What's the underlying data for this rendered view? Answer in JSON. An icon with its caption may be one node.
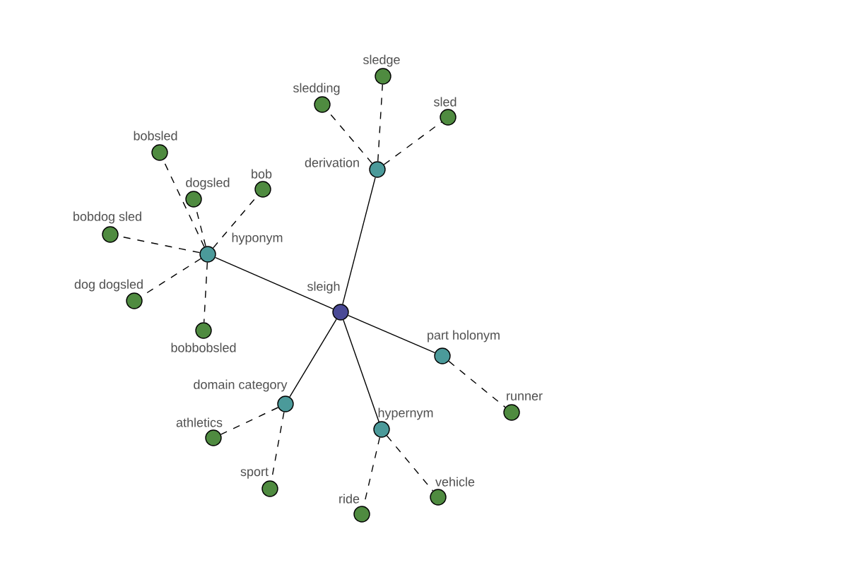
{
  "diagram": {
    "nodes": [
      {
        "text": [
          "sleigh"
        ]
      },
      {
        "text": [
          "hyponym"
        ]
      },
      {
        "text": [
          "derivation"
        ]
      },
      {
        "text": [
          "part holonym"
        ]
      },
      {
        "text": [
          "domain category"
        ]
      },
      {
        "text": [
          "hypernym"
        ]
      },
      {
        "text": [
          "bobsled"
        ]
      },
      {
        "text": [
          "dogsled"
        ]
      },
      {
        "text": [
          "bob"
        ]
      },
      {
        "text": [
          "bobdog sled"
        ]
      },
      {
        "text": [
          "dog dogsled"
        ]
      },
      {
        "text": [
          "bobbobsled"
        ]
      },
      {
        "text": [
          "sledge"
        ]
      },
      {
        "text": [
          "sledding"
        ]
      },
      {
        "text": [
          "sled"
        ]
      },
      {
        "text": [
          "runner"
        ]
      },
      {
        "text": [
          "athletics"
        ]
      },
      {
        "text": [
          "sport"
        ]
      },
      {
        "text": [
          "ride"
        ]
      },
      {
        "text": [
          "vehicle"
        ]
      }
    ],
    "edges": [
      {
        "from": 0,
        "to": 1,
        "arrow": "none"
      },
      {
        "from": 0,
        "to": 2,
        "arrow": "none"
      },
      {
        "from": 0,
        "to": 3,
        "arrow": "none"
      },
      {
        "from": 0,
        "to": 4,
        "arrow": "none"
      },
      {
        "from": 0,
        "to": 5,
        "arrow": "none"
      },
      {
        "from": 1,
        "to": 6,
        "arrow": "none",
        "style": "dashed"
      },
      {
        "from": 1,
        "to": 7,
        "arrow": "none",
        "style": "dashed"
      },
      {
        "from": 1,
        "to": 8,
        "arrow": "none",
        "style": "dashed"
      },
      {
        "from": 1,
        "to": 9,
        "arrow": "none",
        "style": "dashed"
      },
      {
        "from": 1,
        "to": 10,
        "arrow": "none",
        "style": "dashed"
      },
      {
        "from": 1,
        "to": 11,
        "arrow": "none",
        "style": "dashed"
      },
      {
        "from": 2,
        "to": 12,
        "arrow": "none",
        "style": "dashed"
      },
      {
        "from": 2,
        "to": 13,
        "arrow": "none",
        "style": "dashed"
      },
      {
        "from": 2,
        "to": 14,
        "arrow": "none",
        "style": "dashed"
      },
      {
        "from": 3,
        "to": 15,
        "arrow": "none",
        "style": "dashed"
      },
      {
        "from": 4,
        "to": 16,
        "arrow": "none",
        "style": "dashed"
      },
      {
        "from": 4,
        "to": 17,
        "arrow": "none",
        "style": "dashed"
      },
      {
        "from": 5,
        "to": 18,
        "arrow": "none",
        "style": "dashed"
      },
      {
        "from": 5,
        "to": 19,
        "arrow": "none",
        "style": "dashed"
      }
    ]
  }
}
